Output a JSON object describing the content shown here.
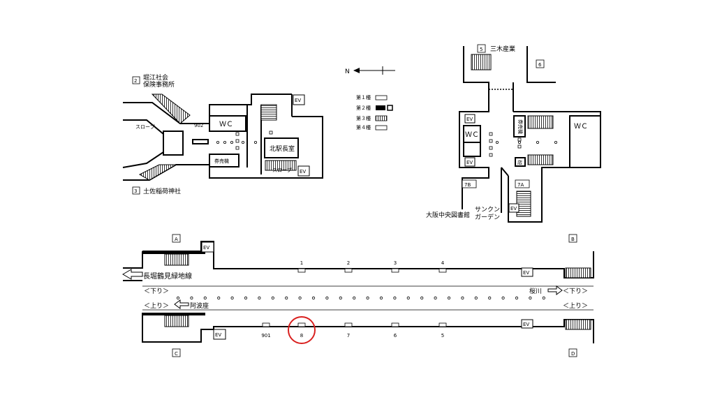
{
  "compass": {
    "north": "N"
  },
  "legend": [
    {
      "label": "第１種"
    },
    {
      "label": "第２種"
    },
    {
      "label": "第３種"
    },
    {
      "label": "第４種"
    }
  ],
  "exits_left": {
    "exit2": {
      "num": "2",
      "name_line1": "堀江社会",
      "name_line2": "保険事務所"
    },
    "exit3": {
      "num": "3",
      "name": "土佐稲荷神社"
    },
    "exit902": "902",
    "slope1": "スロープ",
    "slope2": "スロープ",
    "wc": "ＷＣ",
    "office": "北駅長室",
    "ticket": "券売機",
    "ev1": "EV",
    "ev2": "EV"
  },
  "exits_right": {
    "exit5": {
      "num": "5",
      "name": "三木産業"
    },
    "exit6": {
      "num": "6"
    },
    "exit7a": {
      "num": "7A"
    },
    "exit7b": {
      "num": "7B"
    },
    "library": "大阪中央図書館",
    "sunken_line1": "サンクン",
    "sunken_line2": "ガーデン",
    "wc_left": "ＷＣ",
    "wc_right": "ＷＣ",
    "ticket": "券売機",
    "shop": "店",
    "ev1": "EV",
    "ev2": "EV",
    "ev3": "EV"
  },
  "platform": {
    "corner_a": "A",
    "corner_b": "B",
    "corner_c": "C",
    "corner_d": "D",
    "upper_cars": [
      "1",
      "2",
      "3",
      "4"
    ],
    "lower_cars": [
      "901",
      "8",
      "7",
      "6",
      "5"
    ],
    "line_left": "長堀鶴見緑地線",
    "down_left": "＜下り＞",
    "up_left": "＜上り＞",
    "dest_awaza": "阿波座",
    "dest_sakuragawa": "桜川",
    "down_right": "＜下り＞",
    "up_right": "＜上り＞",
    "ev_a": "EV",
    "ev_b": "EV",
    "ev_c": "EV",
    "ev_d": "EV"
  },
  "highlight": {
    "car": "8",
    "color": "#d9201f"
  }
}
